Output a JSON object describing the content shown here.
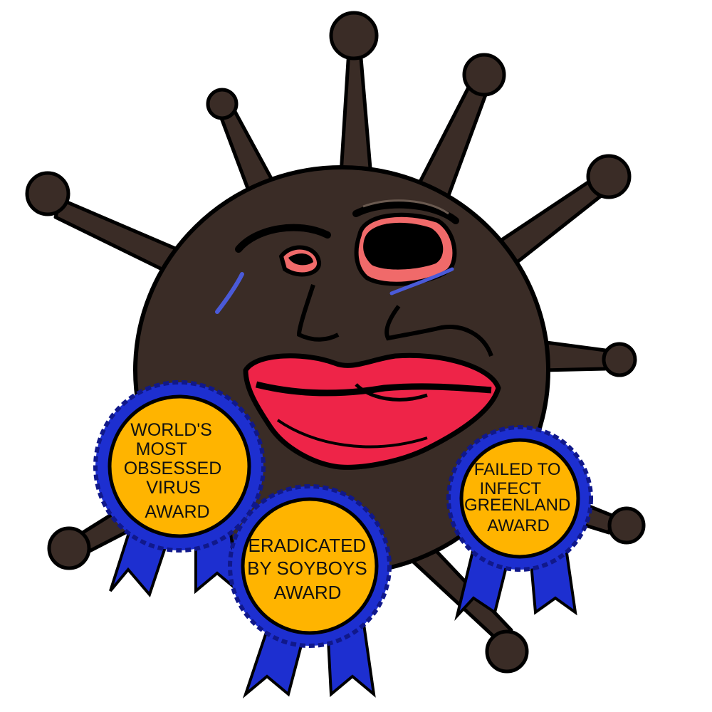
{
  "colors": {
    "virus_body": "#3a2c26",
    "outline": "#000000",
    "lips": "#ee2448",
    "eye_pink": "#f06a6a",
    "tear_blue": "#4a5ad8",
    "medal_gold": "#ffb400",
    "ribbon_blue": "#1d2fd0",
    "ribbon_dark": "#10188a"
  },
  "awards": [
    {
      "lines": [
        "WORLD'S",
        "MOST",
        "OBSESSED",
        "VIRUS",
        "AWARD"
      ]
    },
    {
      "lines": [
        "ERADICATED",
        "BY SOYBOYS",
        "AWARD"
      ]
    },
    {
      "lines": [
        "FAILED TO",
        "INFECT",
        "GREENLAND",
        "AWARD"
      ]
    }
  ]
}
